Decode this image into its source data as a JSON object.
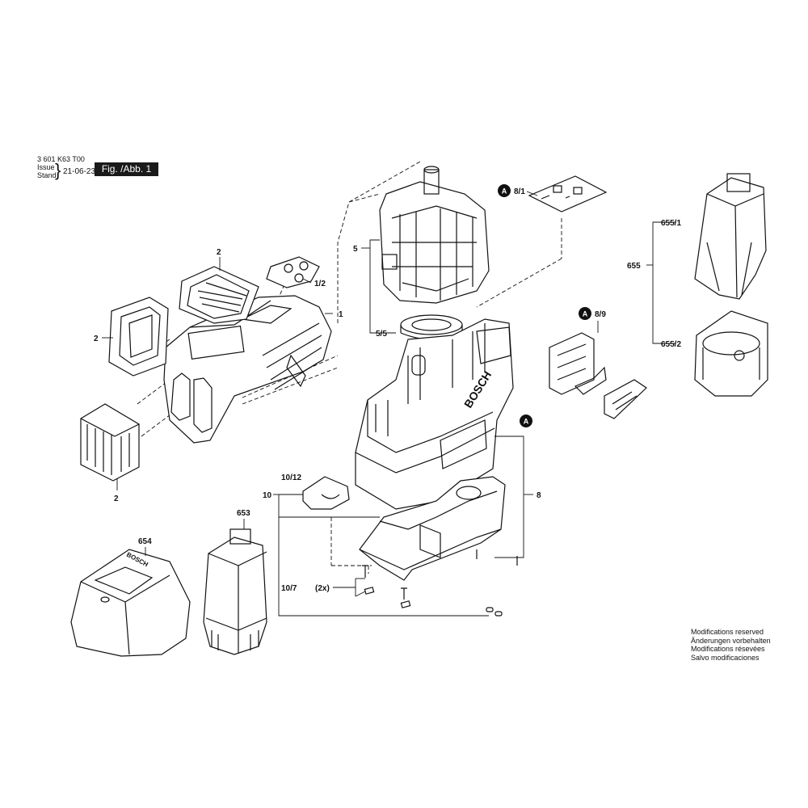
{
  "header": {
    "doc_number": "3 601 K63 T00",
    "issue_label_1": "Issue",
    "issue_label_2": "Stand",
    "issue_date": "21-06-23",
    "figure_label": "Fig. /Abb. 1"
  },
  "callouts": {
    "p1": "1",
    "p1_2": "1/2",
    "p2a": "2",
    "p2b": "2",
    "p2c": "2",
    "p5": "5",
    "p5_5": "5/5",
    "p8": "8",
    "p8_1": "8/1",
    "p8_9": "8/9",
    "p10": "10",
    "p10_12": "10/12",
    "p10_7": "10/7",
    "p10_7_qty": "(2x)",
    "p653": "653",
    "p654": "654",
    "p655": "655",
    "p655_1": "655/1",
    "p655_2": "655/2",
    "marker_a1": "A",
    "marker_a2": "A",
    "marker_a3": "A"
  },
  "brand": {
    "housing_logo": "BOSCH",
    "charger_logo": "BOSCH"
  },
  "notes": [
    "Modifications reserved",
    "Änderungen vorbehalten",
    "Modifications résevées",
    "Salvo modificaciones"
  ]
}
